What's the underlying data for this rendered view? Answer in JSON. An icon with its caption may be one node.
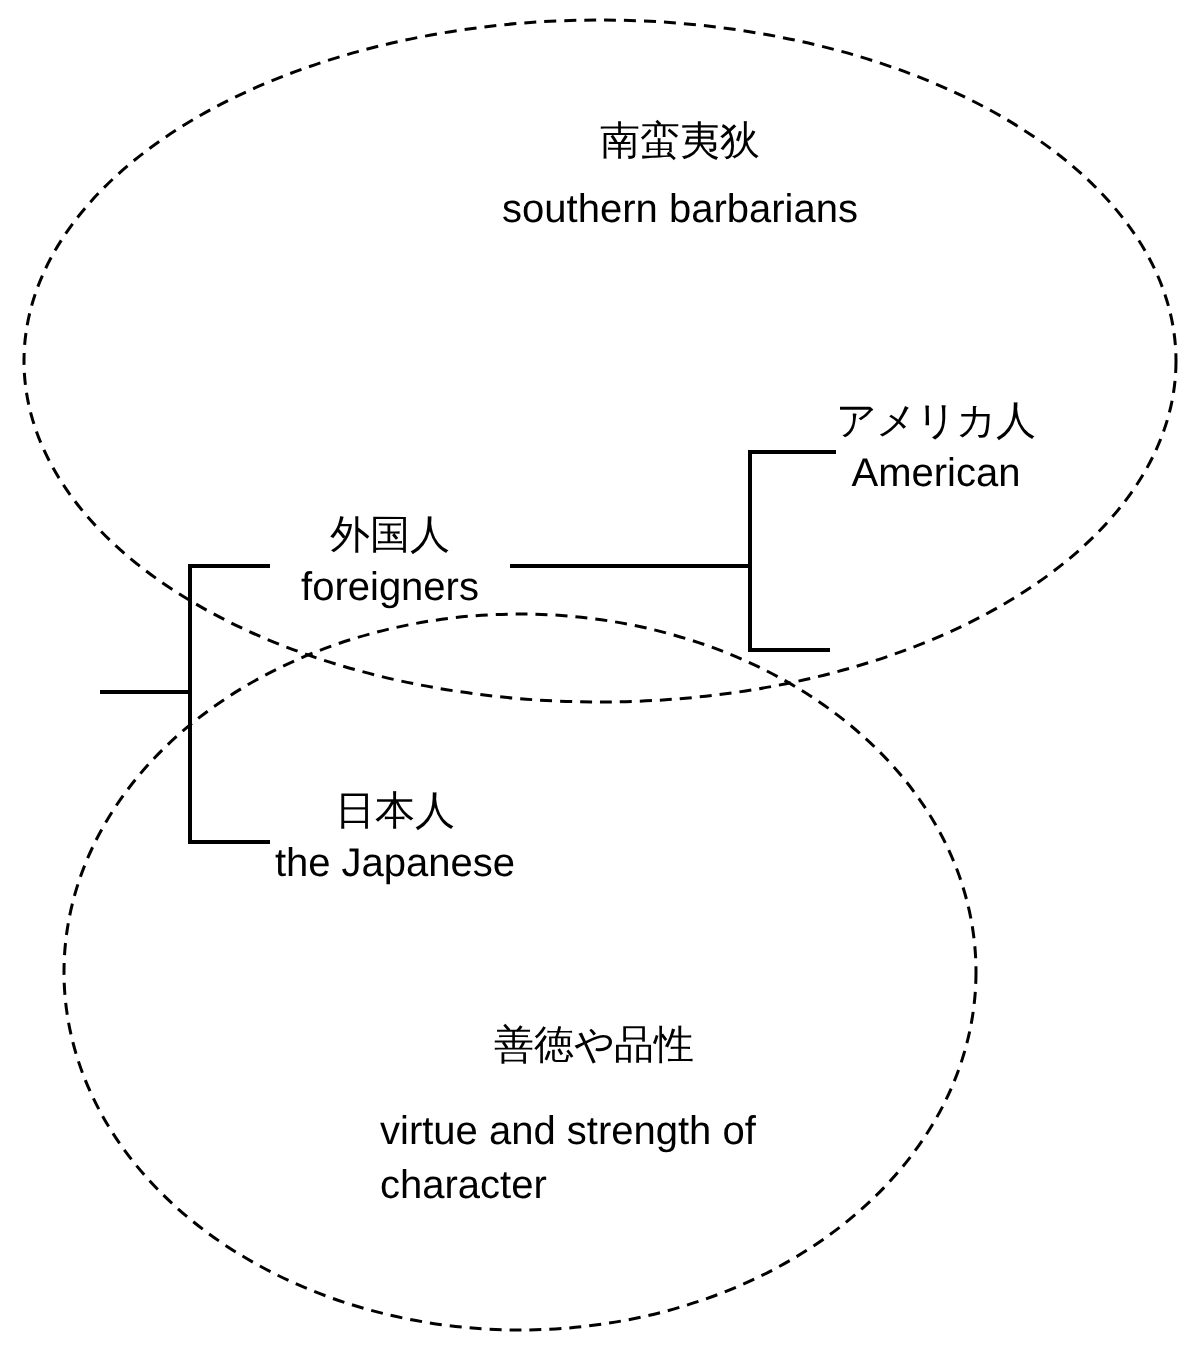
{
  "diagram": {
    "nodes": [
      {
        "text": [
          "南蛮夷狄",
          "southern barbarians"
        ]
      },
      {
        "text": [
          "善徳や品性",
          "virtue and strength of character"
        ]
      },
      {
        "text": [
          "外国人",
          "foreigners"
        ],
        "in": 0
      },
      {
        "text": [
          "日本人",
          "the Japanese"
        ],
        "in": 1
      },
      {
        "text": [
          "アメリカ人",
          "American"
        ],
        "in": 0
      }
    ],
    "edges": [
      {
        "from": null,
        "to": 2,
        "arrow": "none"
      },
      {
        "from": null,
        "to": 3,
        "arrow": "none"
      },
      {
        "from": 2,
        "to": 4,
        "arrow": "none"
      },
      {
        "from": 2,
        "to": null,
        "arrow": "none"
      }
    ]
  }
}
